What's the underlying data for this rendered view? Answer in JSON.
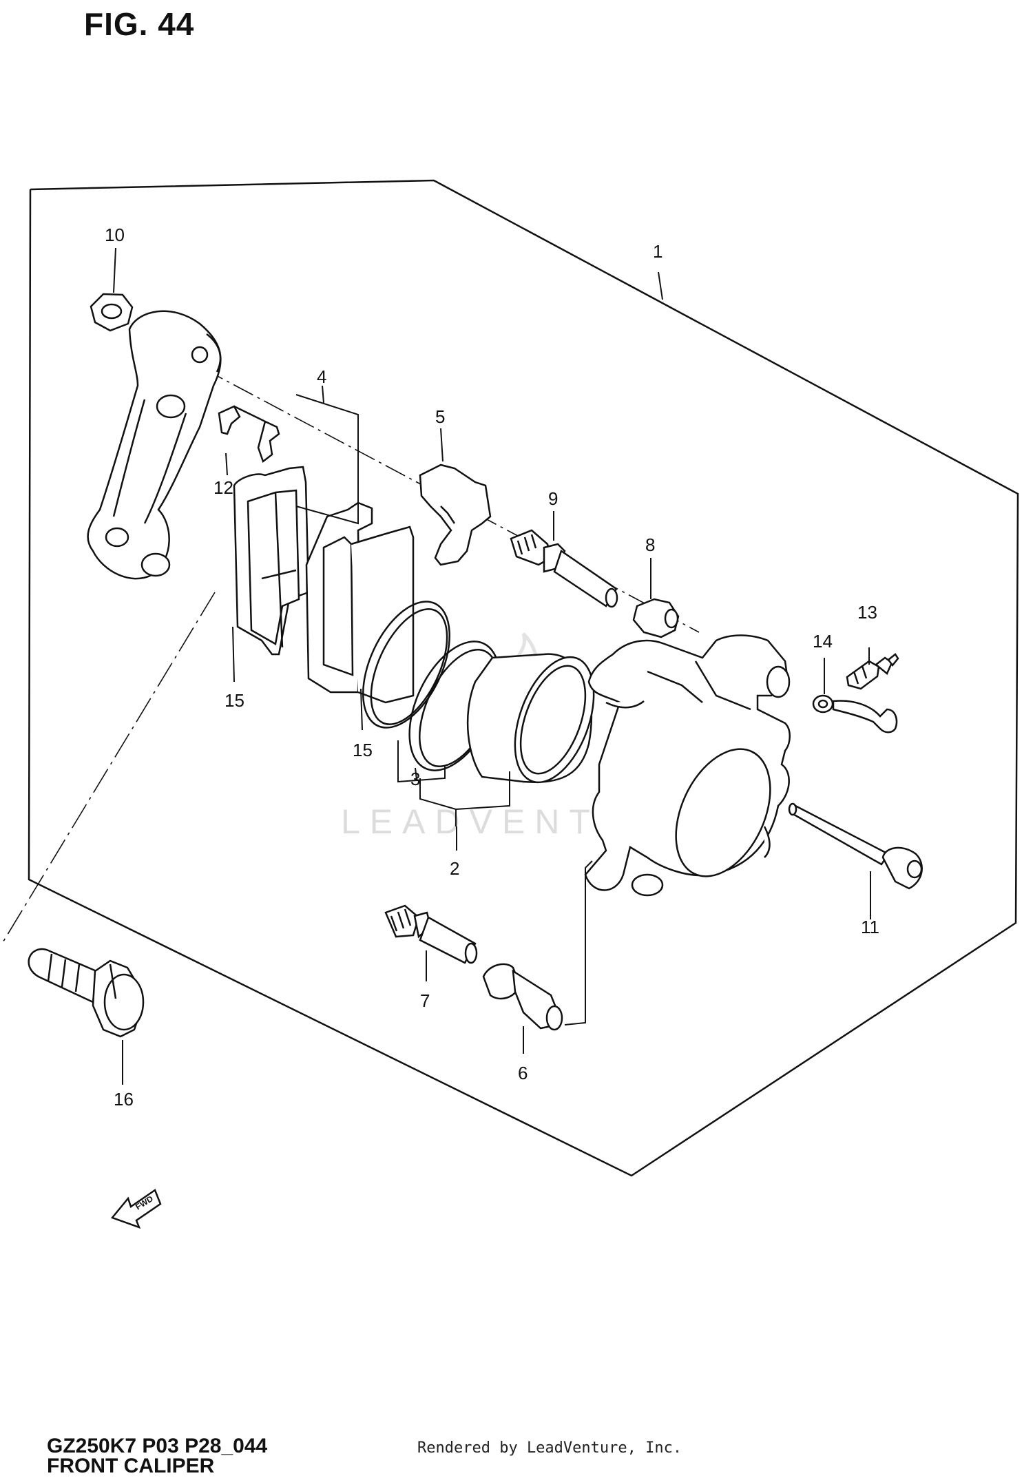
{
  "figure": {
    "title": "FIG. 44"
  },
  "footer": {
    "code": "GZ250K7 P03 P28_044",
    "subtitle": "FRONT CALIPER",
    "rendered_by": "Rendered by LeadVenture, Inc."
  },
  "watermark": {
    "text": "LEADVENTURE"
  },
  "fwd_arrow": {
    "label": "FWD"
  },
  "callouts": [
    "1",
    "2",
    "3",
    "4",
    "5",
    "6",
    "7",
    "8",
    "9",
    "10",
    "11",
    "12",
    "13",
    "14",
    "15",
    "15",
    "16"
  ],
  "parts": [
    "caliper-assembly",
    "piston-set",
    "seal-set",
    "pad-shim",
    "pad-spring",
    "slide-pin",
    "slide-pin",
    "boot",
    "bracket-pin",
    "nut",
    "pad-mounting-pin",
    "pad-spring",
    "bleeder-valve",
    "washer",
    "brake-pad",
    "brake-pad",
    "bolt"
  ]
}
